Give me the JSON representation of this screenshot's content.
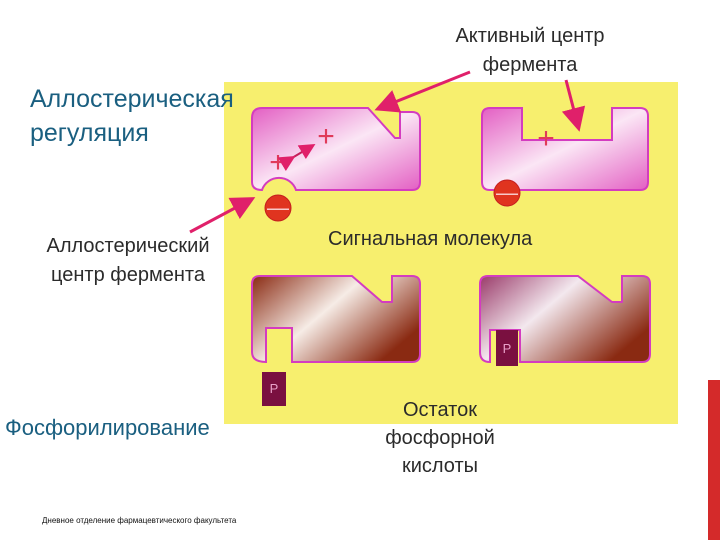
{
  "labels": {
    "title": "Аллостерическая регуляция",
    "active_center": "Активный центр фермента",
    "allosteric_center": "Аллостерический центр фермента",
    "signal_molecule": "Сигнальная молекула",
    "phosphorylation": "Фосфорилирование",
    "phosphate_residue": "Остаток фосфорной кислоты",
    "footer": "Дневное отделение фармацевтического факультета"
  },
  "symbols": {
    "plus": "+",
    "minus": "—",
    "phosphate": "P"
  },
  "colors": {
    "panel": "#f7ef6e",
    "enzyme_pink": "#e35fc3",
    "enzyme_outline": "#d43cc0",
    "enzyme_brown": "#8a2a12",
    "arrow": "#e0206a",
    "plus_sign": "#e03a5a",
    "minus_ball": "#e0341f",
    "phosphate_box": "#7a1040",
    "accent_bar": "#d42a2a",
    "heading_text": "#1a5f80"
  }
}
